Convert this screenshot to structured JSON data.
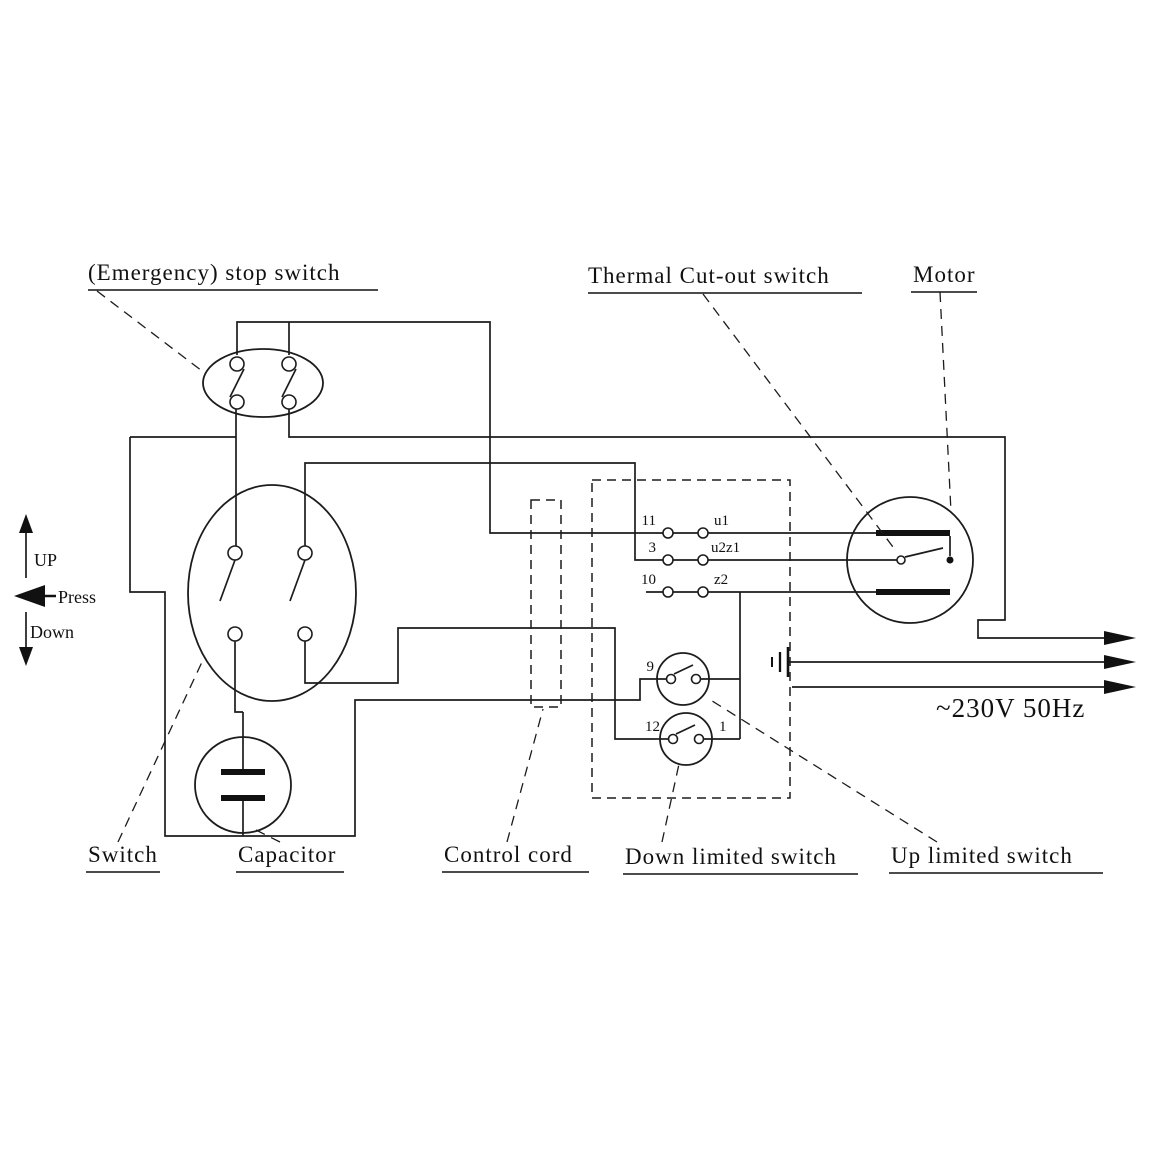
{
  "labels": {
    "emergency_stop": "(Emergency) stop switch",
    "thermal_cutout": "Thermal Cut-out switch",
    "motor": "Motor",
    "switch": "Switch",
    "capacitor": "Capacitor",
    "control_cord": "Control cord",
    "down_limit": "Down limited switch",
    "up_limit": "Up limited switch",
    "power": "~230V 50Hz"
  },
  "indicator": {
    "up": "UP",
    "press": "Press",
    "down": "Down"
  },
  "terminals": {
    "t11": "11",
    "t3": "3",
    "t10": "10",
    "t9": "9",
    "t12": "12",
    "t1": "1",
    "u1": "u1",
    "u2z1": "u2z1",
    "z2": "z2"
  },
  "colors": {
    "line": "#1c1c1c",
    "text": "#111111",
    "background": "#ffffff"
  }
}
